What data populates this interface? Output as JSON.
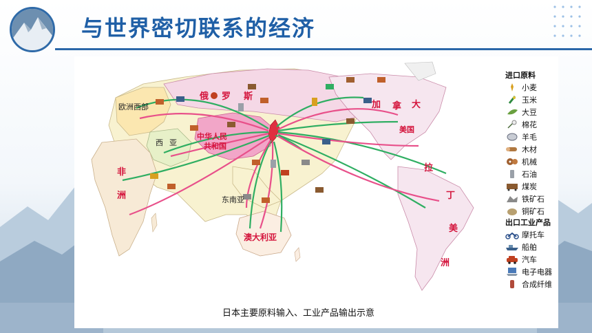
{
  "slide": {
    "title": "与世界密切联系的经济"
  },
  "map": {
    "caption": "日本主要原料输入、工业产品输出示意",
    "region_labels": {
      "russia": [
        "俄",
        "罗",
        "斯"
      ],
      "west_europe": "欧洲西部",
      "west_asia": [
        "西",
        "亚"
      ],
      "china": [
        "中华人民",
        "共和国"
      ],
      "africa": [
        "非",
        "洲"
      ],
      "southeast_asia": "东南亚",
      "australia": "澳大利亚",
      "canada": [
        "加",
        "拿",
        "大"
      ],
      "usa": "美国",
      "latin_america": [
        "拉",
        "丁",
        "美",
        "洲"
      ]
    },
    "colors": {
      "import_arrow": "#2fae62",
      "export_arrow": "#e8508a",
      "russia_fill": "#f5d8e6",
      "china_fill": "#f2a6c8",
      "africa_fill": "#f7ead6",
      "america_fill": "#f6e6ef",
      "ocean": "#ffffff"
    }
  },
  "legend": {
    "import_title": "进口原料",
    "import_items": [
      {
        "icon": "wheat-icon",
        "label": "小麦"
      },
      {
        "icon": "corn-icon",
        "label": "玉米"
      },
      {
        "icon": "soybean-icon",
        "label": "大豆"
      },
      {
        "icon": "cotton-icon",
        "label": "棉花"
      },
      {
        "icon": "wool-icon",
        "label": "羊毛"
      },
      {
        "icon": "timber-icon",
        "label": "木材"
      },
      {
        "icon": "machinery-icon",
        "label": "机械"
      },
      {
        "icon": "oil-icon",
        "label": "石油"
      },
      {
        "icon": "coal-icon",
        "label": "煤炭"
      },
      {
        "icon": "iron-ore-icon",
        "label": "铁矿石"
      },
      {
        "icon": "copper-ore-icon",
        "label": "铜矿石"
      }
    ],
    "export_title": "出口工业产品",
    "export_items": [
      {
        "icon": "motorcycle-icon",
        "label": "摩托车"
      },
      {
        "icon": "ship-icon",
        "label": "船舶"
      },
      {
        "icon": "car-icon",
        "label": "汽车"
      },
      {
        "icon": "electronics-icon",
        "label": "电子电器"
      },
      {
        "icon": "synthetic-fiber-icon",
        "label": "合成纤维"
      }
    ]
  }
}
